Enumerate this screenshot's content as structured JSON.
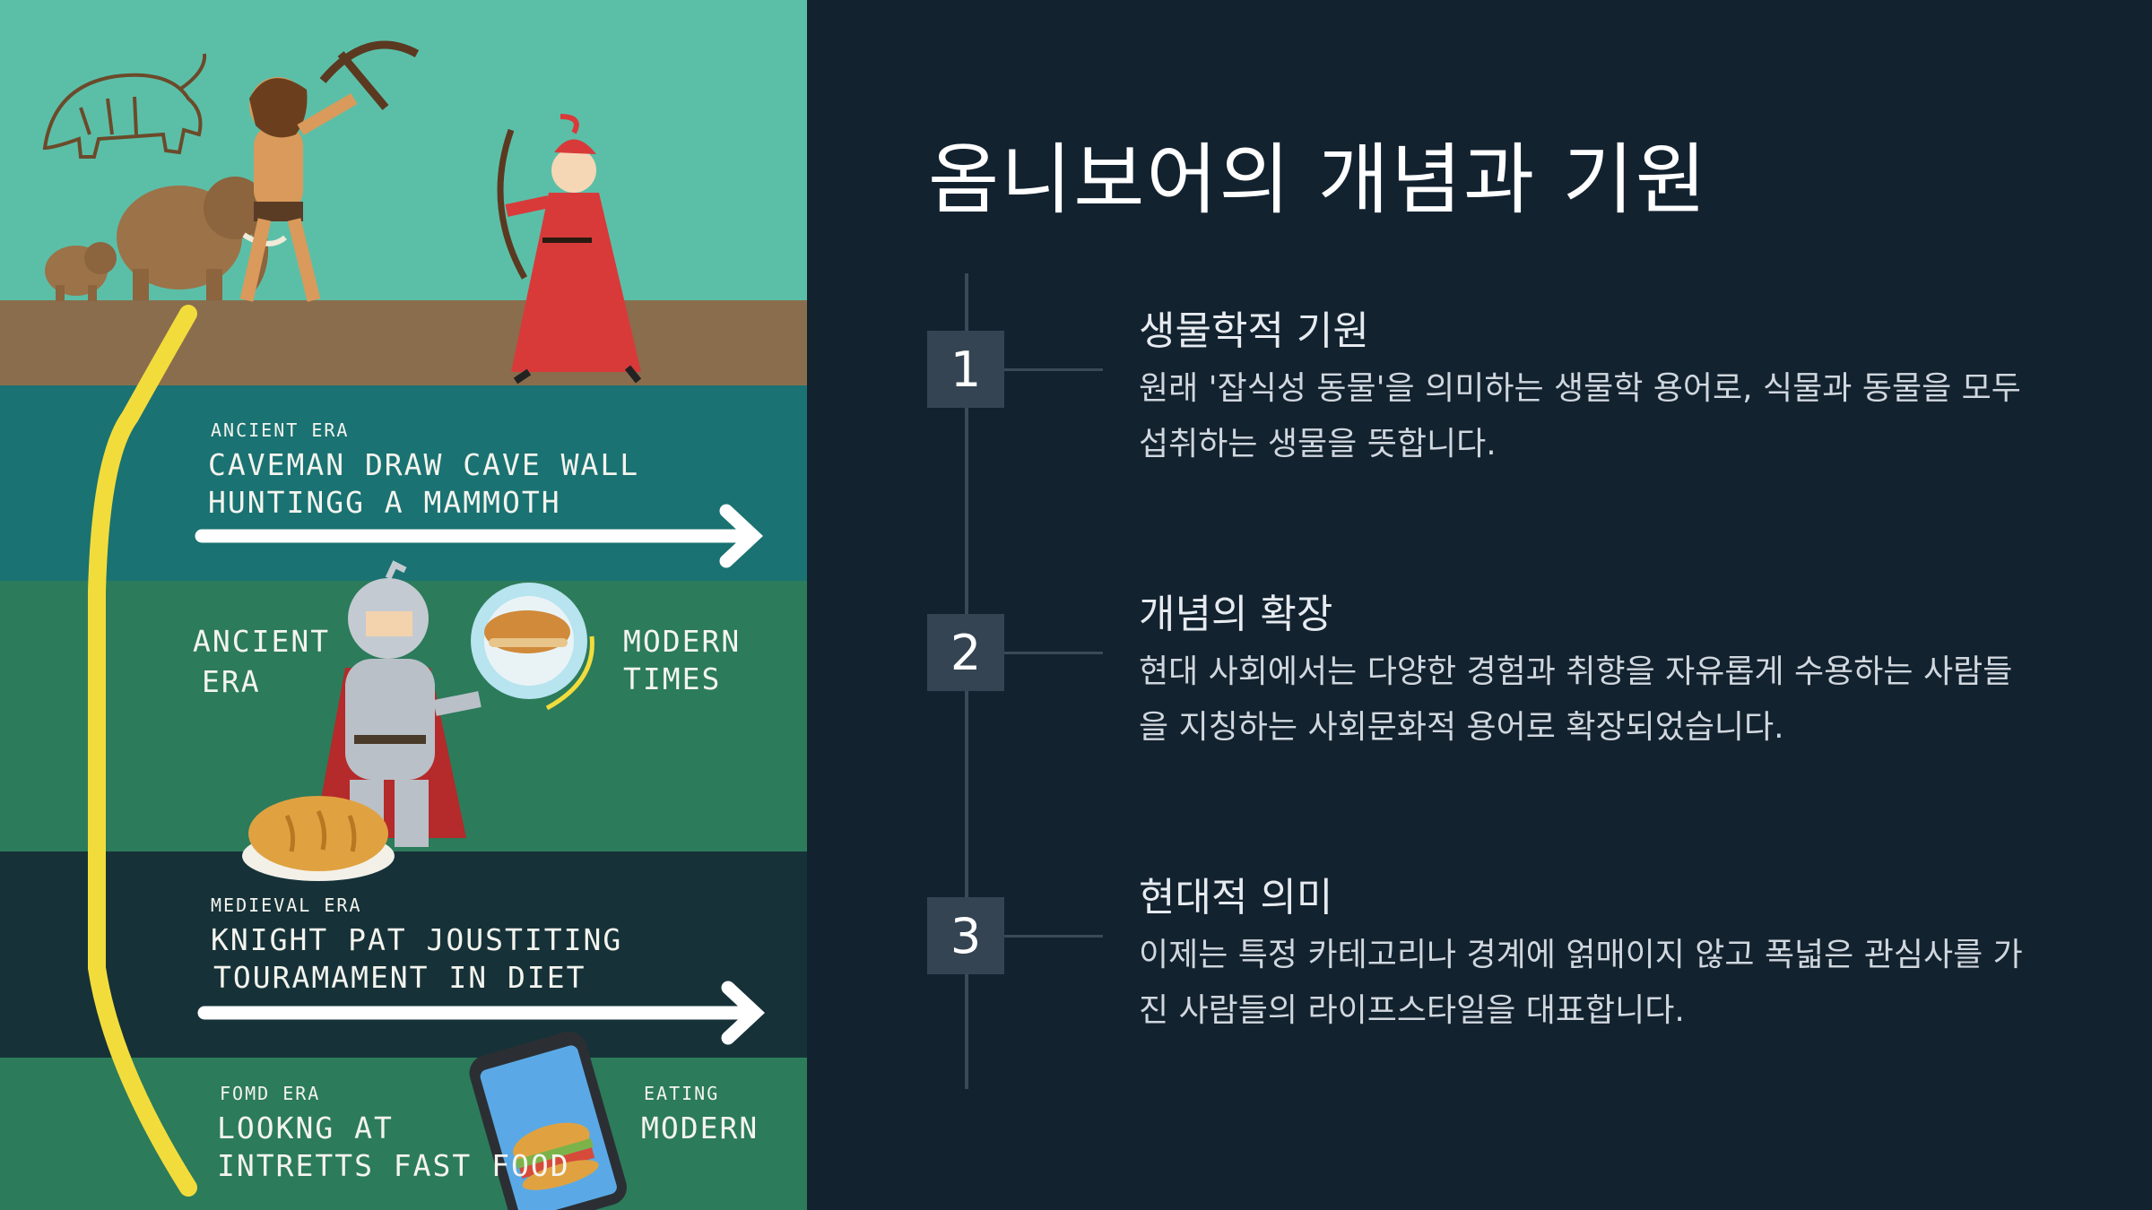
{
  "slide": {
    "title": "옴니보어의 개념과 기원",
    "items": [
      {
        "number": "1",
        "heading": "생물학적 기원",
        "body": "원래 '잡식성 동물'을 의미하는 생물학 용어로, 식물과 동물을 모두 섭취하는 생물을 뜻합니다."
      },
      {
        "number": "2",
        "heading": "개념의 확장",
        "body": "현대 사회에서는 다양한 경험과 취향을 자유롭게 수용하는 사람들을 지칭하는 사회문화적 용어로 확장되었습니다."
      },
      {
        "number": "3",
        "heading": "현대적 의미",
        "body": "이제는 특정 카테고리나 경계에 얽매이지 않고 폭넓은 관심사를 가진 사람들의 라이프스타일을 대표합니다."
      }
    ]
  },
  "illustration": {
    "band1_small": "ANCIENT ERA",
    "band1_line1": "CAVEMAN DRAW CAVE WALL",
    "band1_line2": "HUNTINGG A MAMMOTH",
    "band2_left_line1": "ANCIENT",
    "band2_left_line2": "ERA",
    "band2_right_line1": "MODERN",
    "band2_right_line2": "TIMES",
    "band3_small": "MEDIEVAL ERA",
    "band3_line1": "KNIGHT PAT JOUSTITING",
    "band3_line2": "TOURAMAMENT IN DIET",
    "band4_small": "FOMD ERA",
    "band4_line1": "LOOKNG AT",
    "band4_line2": "INTRETTS FAST FOOD",
    "band4_right_small": "EATING",
    "band4_right_big": "MODERN"
  },
  "colors": {
    "background": "#13222f",
    "sky": "#5bbfa8",
    "ground": "#8a6d4c",
    "band_teal": "#1a7272",
    "band_green": "#2c7b5b",
    "band_dark": "#163238",
    "path_yellow": "#f2dc3c",
    "number_box": "#344452",
    "timeline": "#3b4a58"
  }
}
